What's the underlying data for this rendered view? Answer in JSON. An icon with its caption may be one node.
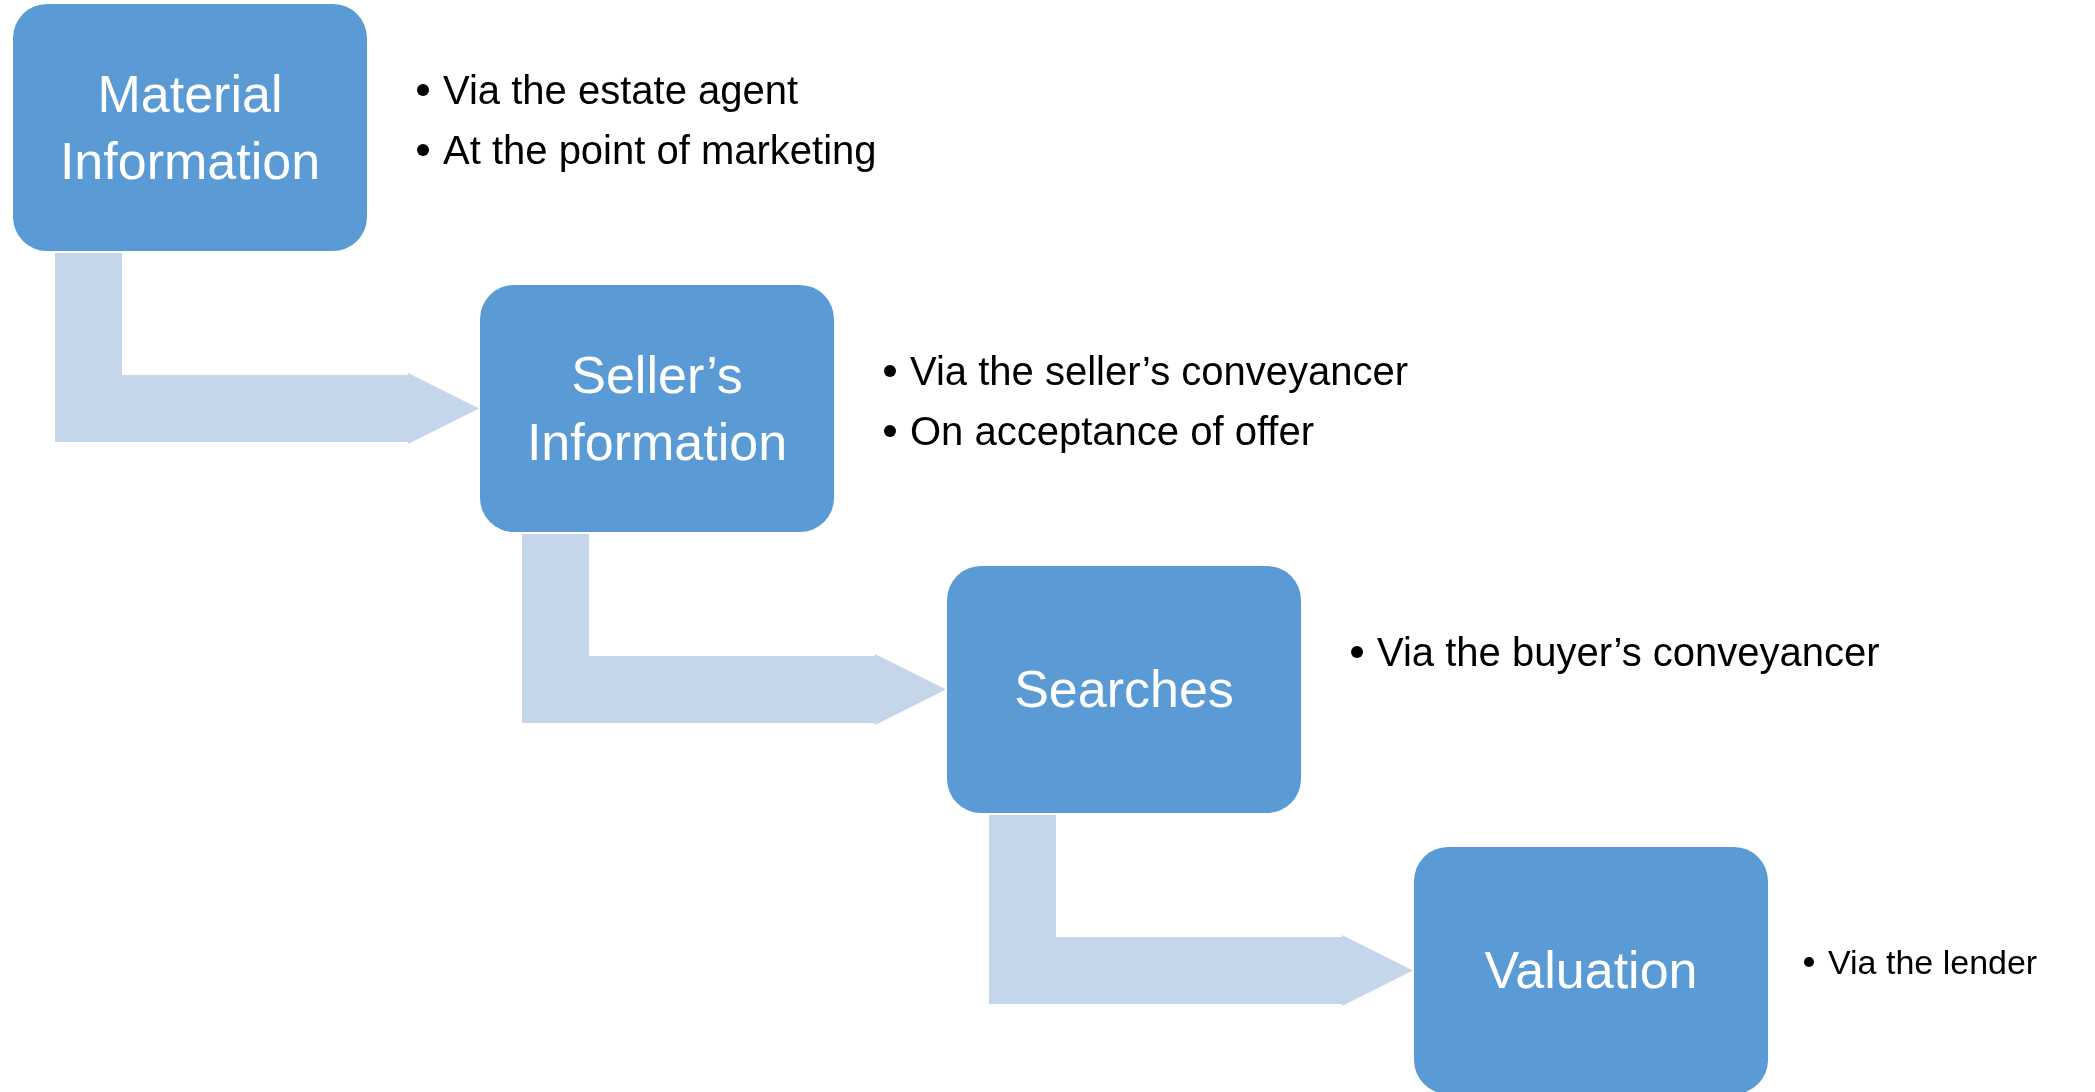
{
  "diagram": {
    "nodes": [
      {
        "text": [
          "Material Information"
        ],
        "beside": [
          "Via the estate agent",
          "At the point of marketing"
        ]
      },
      {
        "text": [
          "Seller’s Information"
        ],
        "beside": [
          "Via the seller’s conveyancer",
          "On acceptance of offer"
        ]
      },
      {
        "text": [
          "Searches"
        ],
        "beside": [
          "Via the buyer’s conveyancer"
        ]
      },
      {
        "text": [
          "Valuation"
        ],
        "beside": [
          "Via the lender"
        ]
      }
    ],
    "edges": [
      {
        "from": 0,
        "to": 1,
        "arrow": "to"
      },
      {
        "from": 1,
        "to": 2,
        "arrow": "to"
      },
      {
        "from": 2,
        "to": 3,
        "arrow": "to"
      }
    ]
  }
}
